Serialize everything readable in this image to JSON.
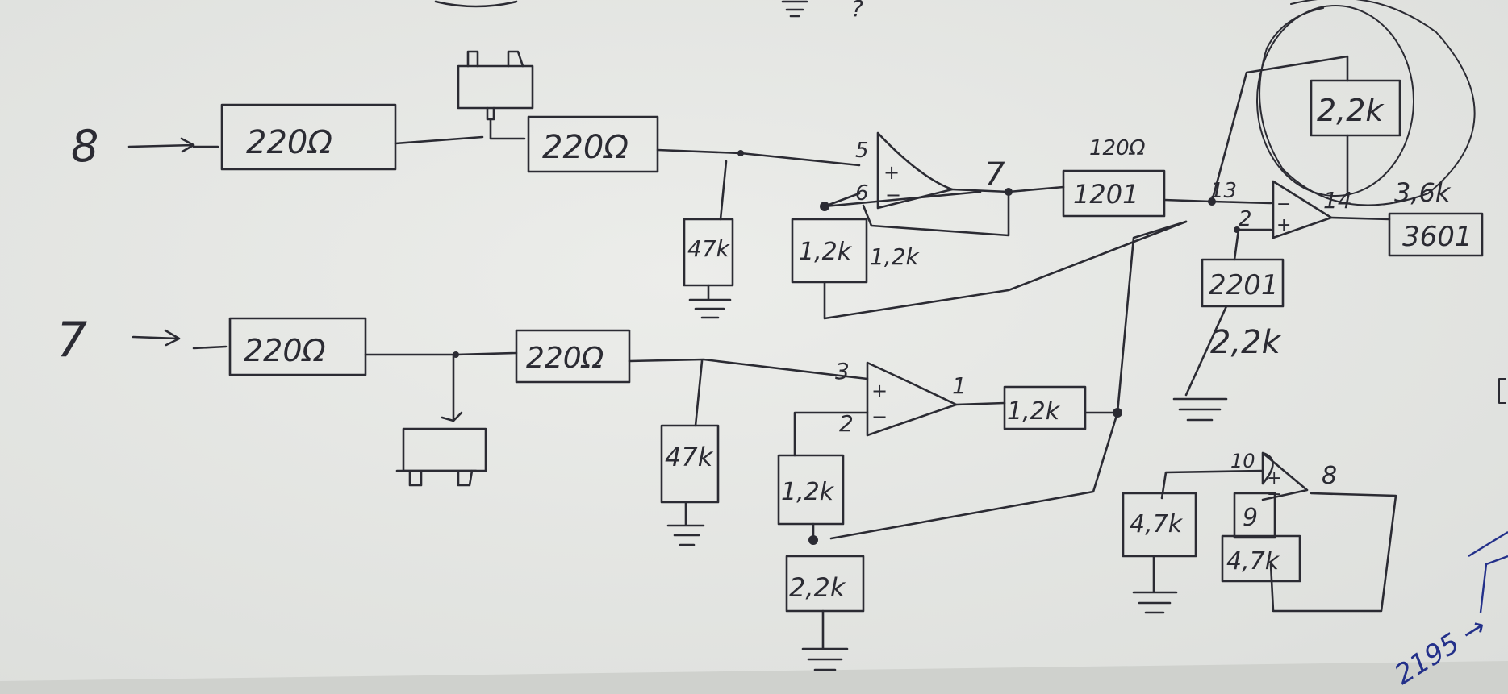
{
  "inputs": {
    "in8": "8",
    "in7": "7",
    "arrow": "→"
  },
  "resistors": {
    "r1": "220Ω",
    "r2": "220Ω",
    "r3": "220Ω",
    "r4": "220Ω",
    "r5": "47k",
    "r6": "47k",
    "r7": "1,2k",
    "r7note": "1,2k",
    "r8": "1,2k",
    "r9": "1,2k",
    "r10": "2,2k",
    "r11": "1201",
    "r11note": "120Ω",
    "r12": "2,2k",
    "r13": "3601",
    "r13note": "3,6k",
    "r14": "2201",
    "r14note": "2,2k",
    "r15": "4,7k",
    "r16": "4,7k"
  },
  "pins": {
    "p5": "5",
    "p6": "6",
    "p7": "7",
    "p3": "3",
    "p2a": "2",
    "p1": "1",
    "p13": "13",
    "p2b": "2",
    "p14": "14",
    "p10": "10",
    "p9": "9",
    "p8": "8",
    "plus": "+",
    "minus": "−"
  },
  "top_marks": {
    "q": "?"
  },
  "corner_note": "2195 →"
}
